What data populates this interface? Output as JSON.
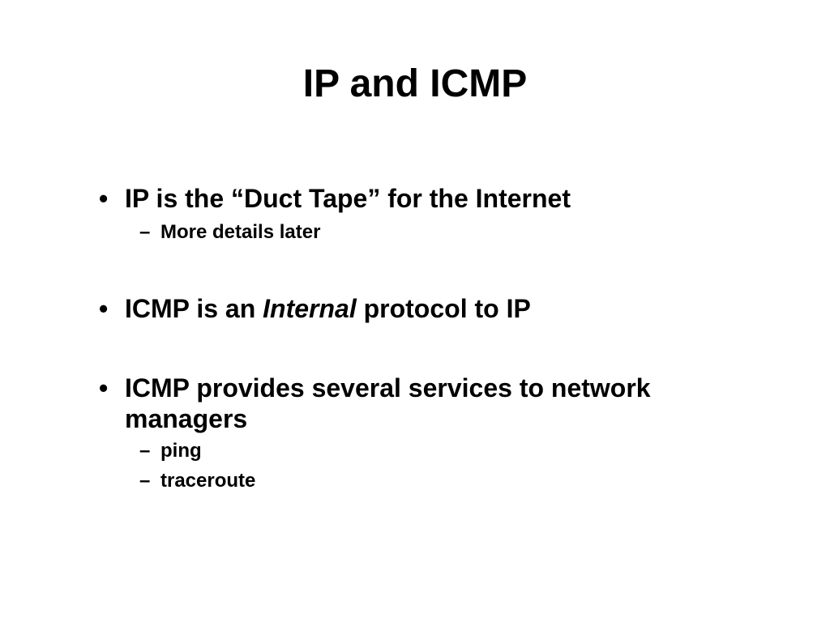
{
  "slide": {
    "title": "IP and ICMP",
    "bullet_marker": "•",
    "sub_marker": "–",
    "bullets": [
      {
        "text": "IP is the “Duct Tape” for the Internet",
        "subs": [
          "More details later"
        ]
      },
      {
        "text_before": "ICMP is an ",
        "text_italic": "Internal",
        "text_after": " protocol to IP"
      },
      {
        "line1": "ICMP provides several services to network",
        "line2": "managers",
        "subs": [
          "ping",
          "traceroute"
        ]
      }
    ]
  }
}
